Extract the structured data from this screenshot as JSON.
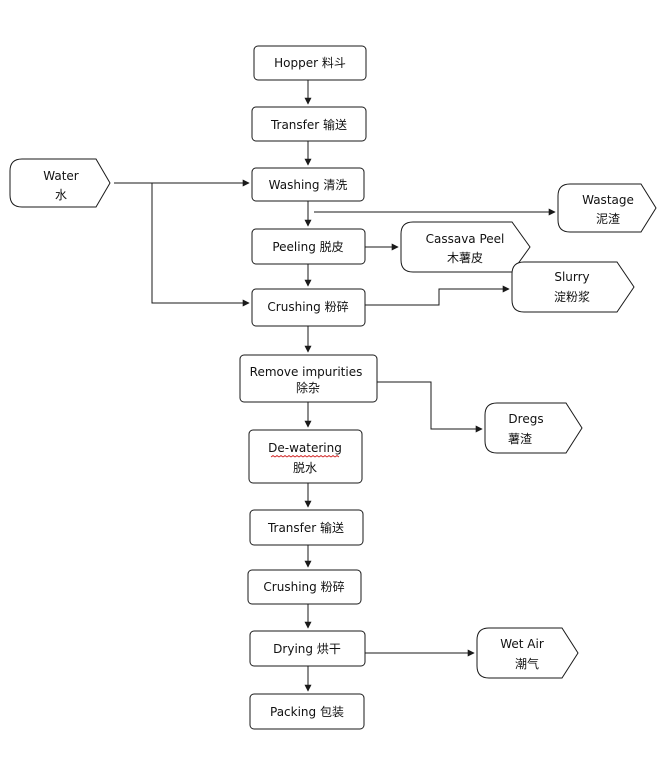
{
  "diagram": {
    "nodes": {
      "hopper": {
        "lines": [
          "Hopper 料斗"
        ]
      },
      "transfer1": {
        "lines": [
          "Transfer  输送"
        ]
      },
      "washing": {
        "lines": [
          "Washing  清洗"
        ]
      },
      "peeling": {
        "lines": [
          "Peeling  脱皮"
        ]
      },
      "crushing1": {
        "lines": [
          "Crushing  粉碎"
        ]
      },
      "remove": {
        "lines": [
          "Remove impurities",
          "除杂"
        ]
      },
      "dewatering": {
        "lines": [
          "De-watering",
          "脱水"
        ]
      },
      "transfer2": {
        "lines": [
          "Transfer  输送"
        ]
      },
      "crushing2": {
        "lines": [
          "Crushing  粉碎"
        ]
      },
      "drying": {
        "lines": [
          "Drying  烘干"
        ]
      },
      "packing": {
        "lines": [
          "Packing 包装"
        ]
      },
      "water": {
        "lines": [
          "Water",
          "水"
        ]
      },
      "wastage": {
        "lines": [
          "Wastage",
          "泥渣"
        ]
      },
      "cassava_peel": {
        "lines": [
          "Cassava Peel",
          "木薯皮"
        ]
      },
      "slurry": {
        "lines": [
          "Slurry",
          "淀粉浆"
        ]
      },
      "dregs": {
        "lines": [
          "Dregs",
          "薯渣"
        ]
      },
      "wet_air": {
        "lines": [
          "Wet Air",
          "潮气"
        ]
      }
    }
  }
}
